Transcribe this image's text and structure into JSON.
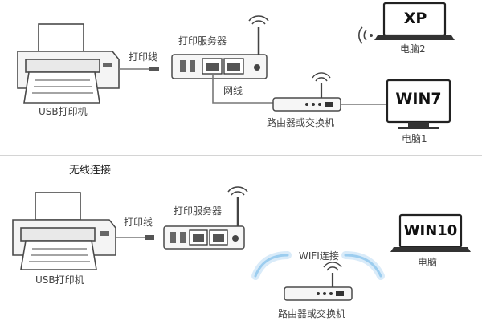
{
  "top": {
    "printer_label": "USB打印机",
    "usb_cable_label": "打印线",
    "print_server_label": "打印服务器",
    "lan_cable_label": "网线",
    "router_label": "路由器或交换机",
    "pc1_screen": "WIN7",
    "pc1_label": "电脑1",
    "pc2_screen": "XP",
    "pc2_label": "电脑2"
  },
  "bottom": {
    "section_title": "无线连接",
    "printer_label": "USB打印机",
    "usb_cable_label": "打印线",
    "print_server_label": "打印服务器",
    "wifi_label": "WIFI连接",
    "router_label": "路由器或交换机",
    "pc_screen": "WIN10",
    "pc_label": "电脑"
  },
  "colors": {
    "device_stroke": "#4a4a4a",
    "device_fill": "#f2f2f2",
    "device_dark": "#555555",
    "cable": "#777777",
    "wifi_glow": "#aad4f2",
    "divider": "#bbbbbb"
  }
}
